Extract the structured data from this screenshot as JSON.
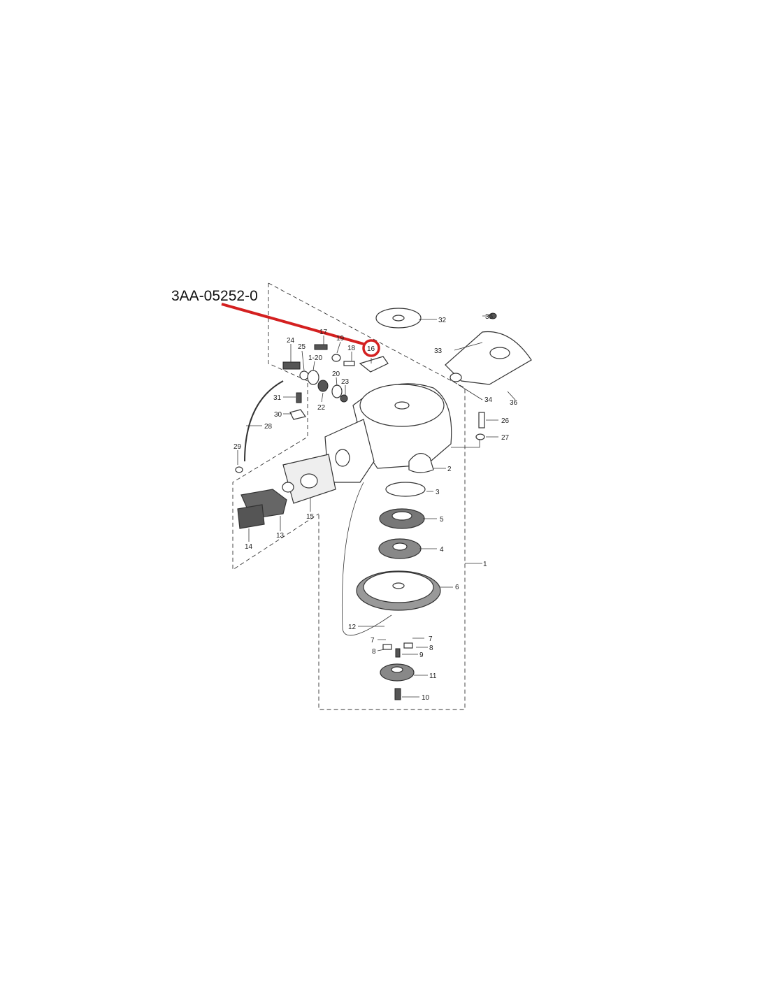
{
  "callout": {
    "part_number": "3AA-05252-0",
    "highlighted_ref": "16",
    "color": "#d42020"
  },
  "labels": [
    "1",
    "2",
    "3",
    "4",
    "5",
    "6",
    "7",
    "7",
    "8",
    "8",
    "9",
    "10",
    "11",
    "12",
    "13",
    "14",
    "15",
    "16",
    "17",
    "18",
    "19",
    "20",
    "22",
    "23",
    "24",
    "25",
    "26",
    "27",
    "28",
    "29",
    "30",
    "31",
    "32",
    "33",
    "34",
    "35",
    "36",
    "1-20"
  ]
}
